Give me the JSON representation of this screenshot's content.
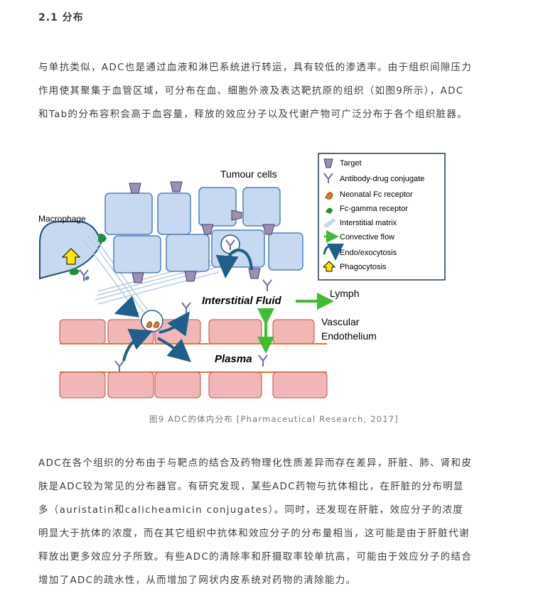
{
  "section": {
    "heading": "2.1 分布"
  },
  "paragraph1": {
    "lines": [
      "与单抗类似，ADC也是通过血液和淋巴系统进行转运，具有较低的渗透率。由于组织间隙压力",
      "作用使其聚集于血管区域，可分布在血、细胞外液及表达靶抗原的组织（如图9所示），ADC",
      "和Tab的分布容积会高于血容量，释放的效应分子以及代谢产物可广泛分布于各个组织脏器。"
    ]
  },
  "figure": {
    "labels": {
      "tumour_cells": "Tumour cells",
      "macrophage": "Macrophage",
      "interstitial_fluid": "Interstitial Fluid",
      "lymph": "Lymph",
      "vascular": "Vascular",
      "endothelium": "Endothelium",
      "plasma": "Plasma"
    },
    "legend": [
      {
        "label": "Target",
        "icon": "target-icon"
      },
      {
        "label": "Antibody-drug conjugate",
        "icon": "adc-icon"
      },
      {
        "label": "Neonatal Fc receptor",
        "icon": "fcrn-icon"
      },
      {
        "label": "Fc-gamma receptor",
        "icon": "fcgamma-icon"
      },
      {
        "label": "Interstitial matrix",
        "icon": "matrix-icon"
      },
      {
        "label": "Convective flow",
        "icon": "convective-flow-icon"
      },
      {
        "label": "Endo/exocytosis",
        "icon": "endocytosis-icon"
      },
      {
        "label": "Phagocytosis",
        "icon": "phagocytosis-icon"
      }
    ],
    "colors": {
      "cell_fill": "#c6d9f1",
      "cell_stroke": "#4f81bd",
      "endothelial_fill": "#f2b6b6",
      "endothelial_stroke": "#c0504d",
      "target_fill": "#9b8fb5",
      "arrow_blue": "#1f5f8b",
      "flow_green": "#3fbf2f",
      "fcgamma_green": "#1f8f3f",
      "fcrn_orange": "#e07b1f"
    }
  },
  "caption": "图9 ADC的体内分布 [Pharmaceutical Research, 2017]",
  "paragraph2": {
    "lines": [
      "ADC在各个组织的分布由于与靶点的结合及药物理化性质差异而存在差异，肝脏、肺、肾和皮",
      "肤是ADC较为常见的分布器官。有研究发现，某些ADC药物与抗体相比，在肝脏的分布明显",
      "多（auristatin和calicheamicin conjugates）。同时，还发现在肝脏，效应分子的浓度",
      "明显大于抗体的浓度，而在其它组织中抗体和效应分子的分布量相当，这可能是由于肝脏代谢",
      "释放出更多效应分子所致。有些ADC的清除率和肝摄取率较单抗高，可能由于效应分子的结合",
      "增加了ADC的疏水性，从而增加了网状内皮系统对药物的清除能力。"
    ]
  }
}
